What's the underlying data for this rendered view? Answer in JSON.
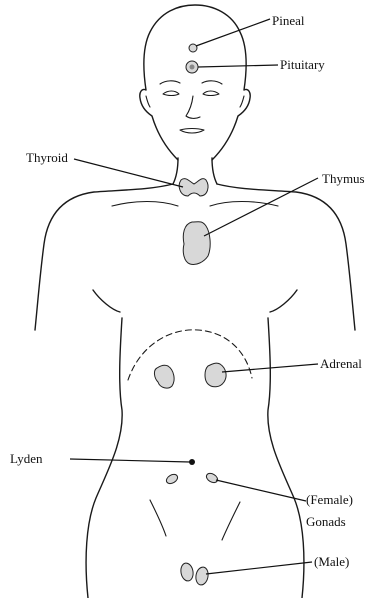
{
  "labels": {
    "pineal": "Pineal",
    "pituitary": "Pituitary",
    "thyroid": "Thyroid",
    "thymus": "Thymus",
    "adrenal": "Adrenal",
    "lyden": "Lyden",
    "female": "(Female)",
    "gonads": "Gonads",
    "male": "(Male)"
  }
}
